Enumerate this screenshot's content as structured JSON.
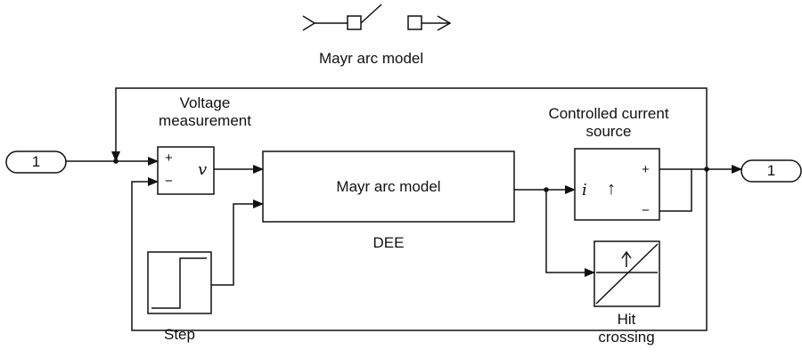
{
  "breaker": {
    "label": "Mayr arc model"
  },
  "inport": {
    "number": "1"
  },
  "outport": {
    "number": "1"
  },
  "voltage_measurement": {
    "label_line1": "Voltage",
    "label_line2": "measurement",
    "plus": "+",
    "minus": "−",
    "symbol": "v"
  },
  "dee": {
    "block_text": "Mayr arc model",
    "label": "DEE"
  },
  "current_source": {
    "label_line1": "Controlled current",
    "label_line2": "source",
    "symbol": "i",
    "arrow": "↑",
    "plus": "+",
    "minus": "−"
  },
  "step": {
    "label": "Step"
  },
  "hit_crossing": {
    "label_line1": "Hit",
    "label_line2": "crossing"
  },
  "colors": {
    "line": "#111111",
    "background": "#ffffff"
  }
}
